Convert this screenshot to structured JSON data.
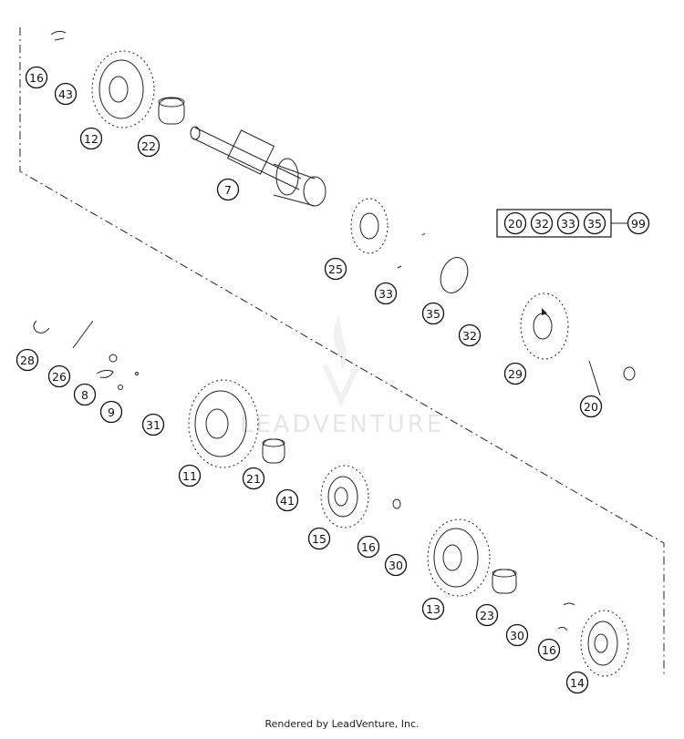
{
  "watermark": "LEADVENTURE",
  "footer": "Rendered by LeadVenture, Inc.",
  "kit": {
    "items": [
      "20",
      "32",
      "33",
      "35"
    ],
    "label": "99"
  },
  "callouts": [
    "16",
    "43",
    "12",
    "22",
    "7",
    "25",
    "33",
    "35",
    "32",
    "29",
    "20",
    "28",
    "26",
    "8",
    "9",
    "31",
    "11",
    "21",
    "41",
    "15",
    "16",
    "30",
    "13",
    "23",
    "30",
    "16",
    "14"
  ]
}
